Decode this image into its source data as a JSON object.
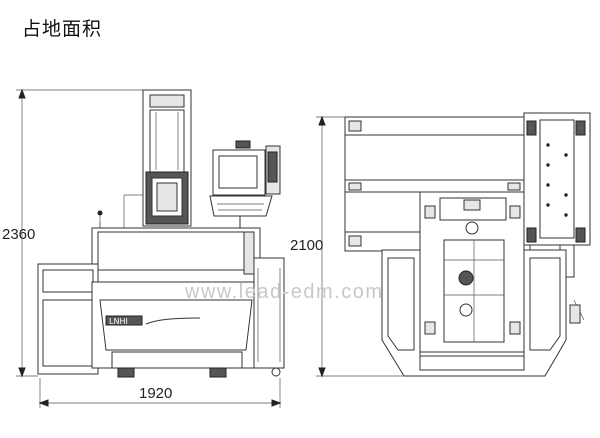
{
  "title": "占地面积",
  "watermark": "www.lead-edm.com",
  "dimensions": {
    "front_height": "2360",
    "front_width": "1920",
    "side_depth": "2100"
  },
  "brand_plate": "LNHI"
}
